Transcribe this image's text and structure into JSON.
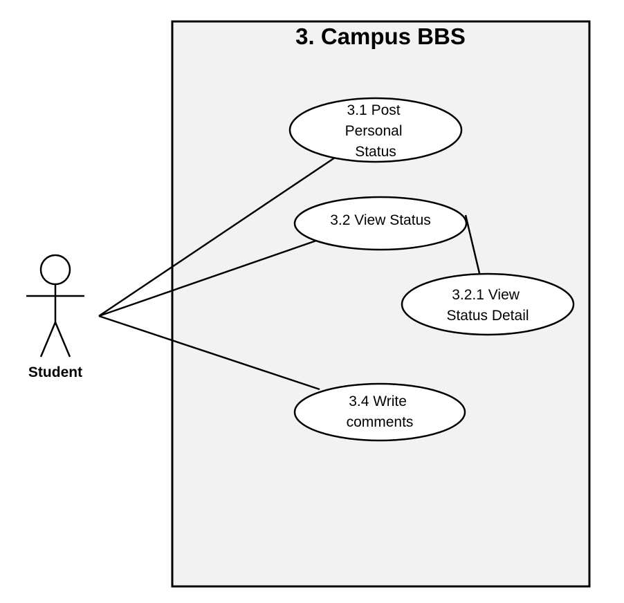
{
  "system": {
    "title": "3. Campus BBS"
  },
  "actor": {
    "name": "Student"
  },
  "use_cases": {
    "post_status": {
      "lines": [
        "3.1 Post",
        "Personal",
        "Status"
      ]
    },
    "view_status": {
      "lines": [
        "3.2 View Status"
      ]
    },
    "view_status_detail": {
      "lines": [
        "3.2.1 View",
        "Status  Detail"
      ]
    },
    "write_comments": {
      "lines": [
        "3.4 Write",
        "comments"
      ]
    }
  },
  "relationships": [
    {
      "from": "Student",
      "to": "3.1 Post Personal Status"
    },
    {
      "from": "Student",
      "to": "3.2 View Status"
    },
    {
      "from": "Student",
      "to": "3.4 Write comments"
    },
    {
      "from": "3.2 View Status",
      "to": "3.2.1 View Status  Detail"
    }
  ]
}
